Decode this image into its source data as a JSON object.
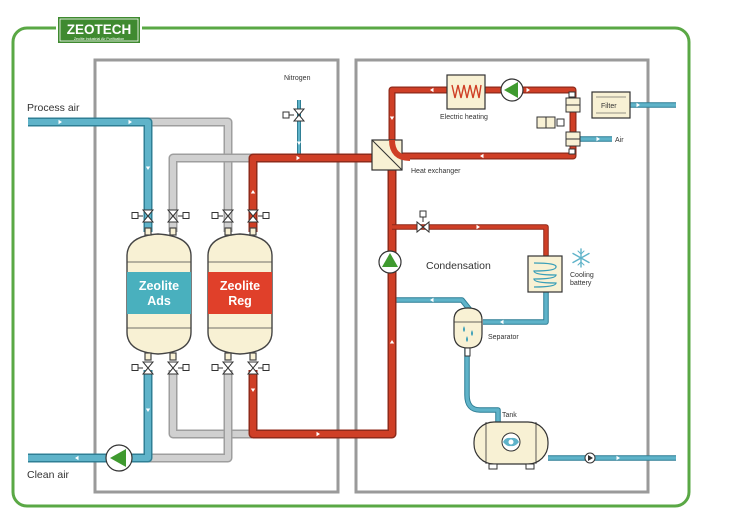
{
  "brand": {
    "name": "ZEOTECH",
    "tagline": "Zeolite Industrial Air Purification"
  },
  "labels": {
    "process_air": "Process air",
    "clean_air": "Clean air",
    "nitrogen": "Nitrogen",
    "electric_heating": "Electric heating",
    "filter": "Filter",
    "air": "Air",
    "heat_exchanger": "Heat exchanger",
    "condensation": "Condensation",
    "cooling_battery": "Cooling battery",
    "separator": "Separator",
    "tank": "Tank"
  },
  "vessels": {
    "ads": {
      "line1": "Zeolite",
      "line2": "Ads"
    },
    "reg": {
      "line1": "Zeolite",
      "line2": "Reg"
    }
  },
  "colors": {
    "frame_green": "#5aa845",
    "logo_green": "#3f8a30",
    "panel_gray": "#9a9a9a",
    "blue_pipe": "#5fb3c9",
    "red_pipe": "#cf3f26",
    "gray_pipe": "#c4c4c4",
    "vessel_fill": "#f8f1d4",
    "ads_band": "#49b0be",
    "reg_band": "#e0402a",
    "pump_green": "#3f9a2f"
  }
}
